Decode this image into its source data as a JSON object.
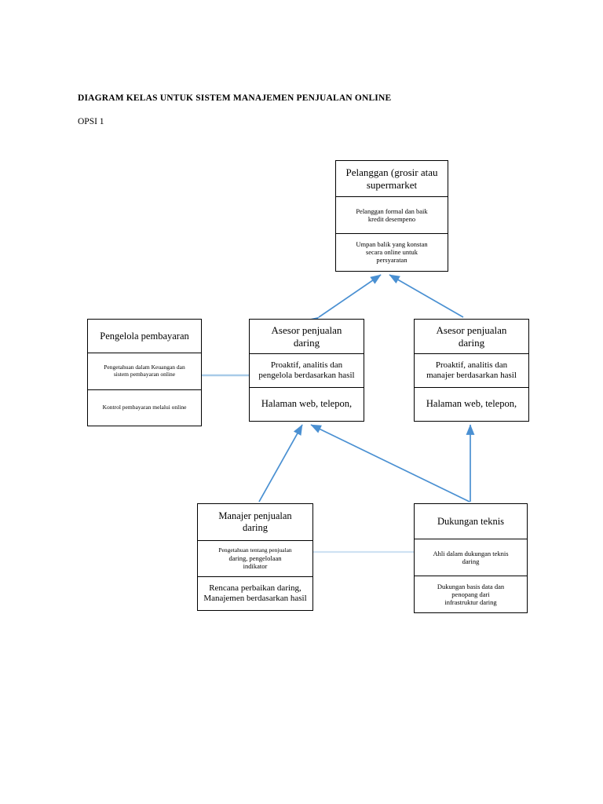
{
  "document": {
    "title": "DIAGRAM KELAS UNTUK SISTEM MANAJEMEN PENJUALAN ONLINE",
    "subtitle": "OPSI 1"
  },
  "style": {
    "connector_color": "#4a90d2",
    "box_border_color": "#000000",
    "background": "#ffffff",
    "text_color": "#000000"
  },
  "classes": {
    "pelanggan": {
      "name": "Pelanggan (grosir atau supermarket",
      "name_lines": [
        "Pelanggan (grosir atau",
        "supermarket"
      ],
      "attributes_lines": [
        "Pelanggan formal dan baik",
        "kredit desempeno"
      ],
      "operations_lines": [
        "Umpan balik yang konstan",
        "secara online untuk",
        "persyaratan"
      ]
    },
    "pengelola_pembayaran": {
      "name": "Pengelola pembayaran",
      "name_lines": [
        "Pengelola pembayaran"
      ],
      "attributes_lines": [
        "Pengetahuan dalam Keuangan dan",
        "sistem pembayaran online"
      ],
      "operations_lines": [
        "Kontrol pembayaran melalui online"
      ]
    },
    "asesor_penjualan_1": {
      "name": "Asesor penjualan daring",
      "name_lines": [
        "Asesor penjualan",
        "daring"
      ],
      "attributes_lines": [
        "Proaktif, analitis dan",
        "pengelola berdasarkan hasil"
      ],
      "operations_lines": [
        "Halaman web, telepon,"
      ]
    },
    "asesor_penjualan_2": {
      "name": "Asesor penjualan daring",
      "name_lines": [
        "Asesor penjualan",
        "daring"
      ],
      "attributes_lines": [
        "Proaktif, analitis dan",
        "manajer berdasarkan hasil"
      ],
      "operations_lines": [
        "Halaman web, telepon,"
      ]
    },
    "manajer_penjualan": {
      "name": "Manajer penjualan daring",
      "name_lines": [
        "Manajer penjualan",
        "daring"
      ],
      "attributes_lines": [
        "Pengetahuan tentang penjualan",
        "daring, pengelolaan",
        "indikator"
      ],
      "operations_lines": [
        "Rencana perbaikan daring,",
        "Manajemen berdasarkan hasil"
      ]
    },
    "dukungan_teknis": {
      "name": "Dukungan teknis",
      "name_lines": [
        "Dukungan teknis"
      ],
      "attributes_lines": [
        "Ahli dalam dukungan teknis",
        "daring"
      ],
      "operations_lines": [
        "Dukungan basis data dan",
        "penopang dari",
        "infrastruktur daring"
      ]
    }
  },
  "connections": [
    {
      "id": "asesor1-to-pelanggan",
      "from": "asesor_penjualan_1",
      "to": "pelanggan",
      "type": "arrow"
    },
    {
      "id": "asesor2-to-pelanggan",
      "from": "asesor_penjualan_2",
      "to": "pelanggan",
      "type": "arrow"
    },
    {
      "id": "manajer-to-asesor1",
      "from": "manajer_penjualan",
      "to": "asesor_penjualan_1",
      "type": "arrow"
    },
    {
      "id": "dukungan-to-asesor1",
      "from": "dukungan_teknis",
      "to": "asesor_penjualan_1",
      "type": "arrow"
    },
    {
      "id": "dukungan-to-asesor2",
      "from": "dukungan_teknis",
      "to": "asesor_penjualan_2",
      "type": "arrow"
    },
    {
      "id": "pengelola-to-asesor1",
      "from": "pengelola_pembayaran",
      "to": "asesor_penjualan_1",
      "type": "line"
    },
    {
      "id": "manajer-to-dukungan",
      "from": "manajer_penjualan",
      "to": "dukungan_teknis",
      "type": "line"
    }
  ]
}
